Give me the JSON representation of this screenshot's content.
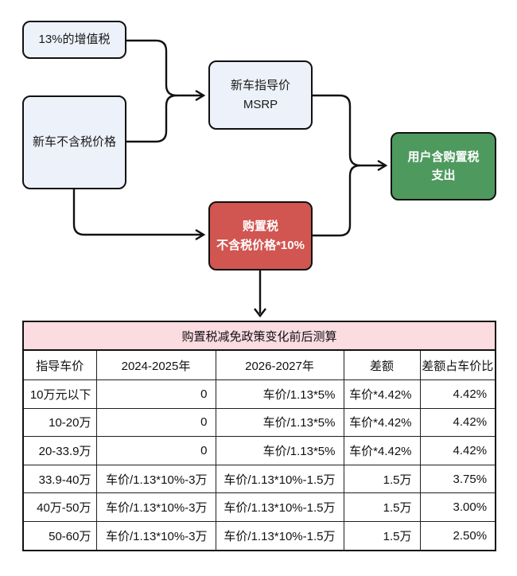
{
  "flowchart": {
    "nodes": {
      "vat": {
        "label": "13%的增值税"
      },
      "price_ex_tax": {
        "label": "新车不含税价格"
      },
      "msrp": {
        "line1": "新车指导价",
        "line2": "MSRP"
      },
      "purchase_tax": {
        "line1": "购置税",
        "line2": "不含税价格*10%"
      },
      "user_expense": {
        "line1": "用户含购置税",
        "line2": "支出"
      }
    },
    "colors": {
      "input_node_bg": "#edf1f9",
      "tax_node_bg": "#d15550",
      "result_node_bg": "#4e9a5e",
      "line": "#111111"
    }
  },
  "table": {
    "title": "购置税减免政策变化前后测算",
    "title_bg": "#fbdce1",
    "headers": [
      "指导车价",
      "2024-2025年",
      "2026-2027年",
      "差额",
      "差额占车价比"
    ],
    "rows": [
      [
        "10万元以下",
        "0",
        "车价/1.13*5%",
        "车价*4.42%",
        "4.42%"
      ],
      [
        "10-20万",
        "0",
        "车价/1.13*5%",
        "车价*4.42%",
        "4.42%"
      ],
      [
        "20-33.9万",
        "0",
        "车价/1.13*5%",
        "车价*4.42%",
        "4.42%"
      ],
      [
        "33.9-40万",
        "车价/1.13*10%-3万",
        "车价/1.13*10%-1.5万",
        "1.5万",
        "3.75%"
      ],
      [
        "40万-50万",
        "车价/1.13*10%-3万",
        "车价/1.13*10%-1.5万",
        "1.5万",
        "3.00%"
      ],
      [
        "50-60万",
        "车价/1.13*10%-3万",
        "车价/1.13*10%-1.5万",
        "1.5万",
        "2.50%"
      ]
    ]
  }
}
